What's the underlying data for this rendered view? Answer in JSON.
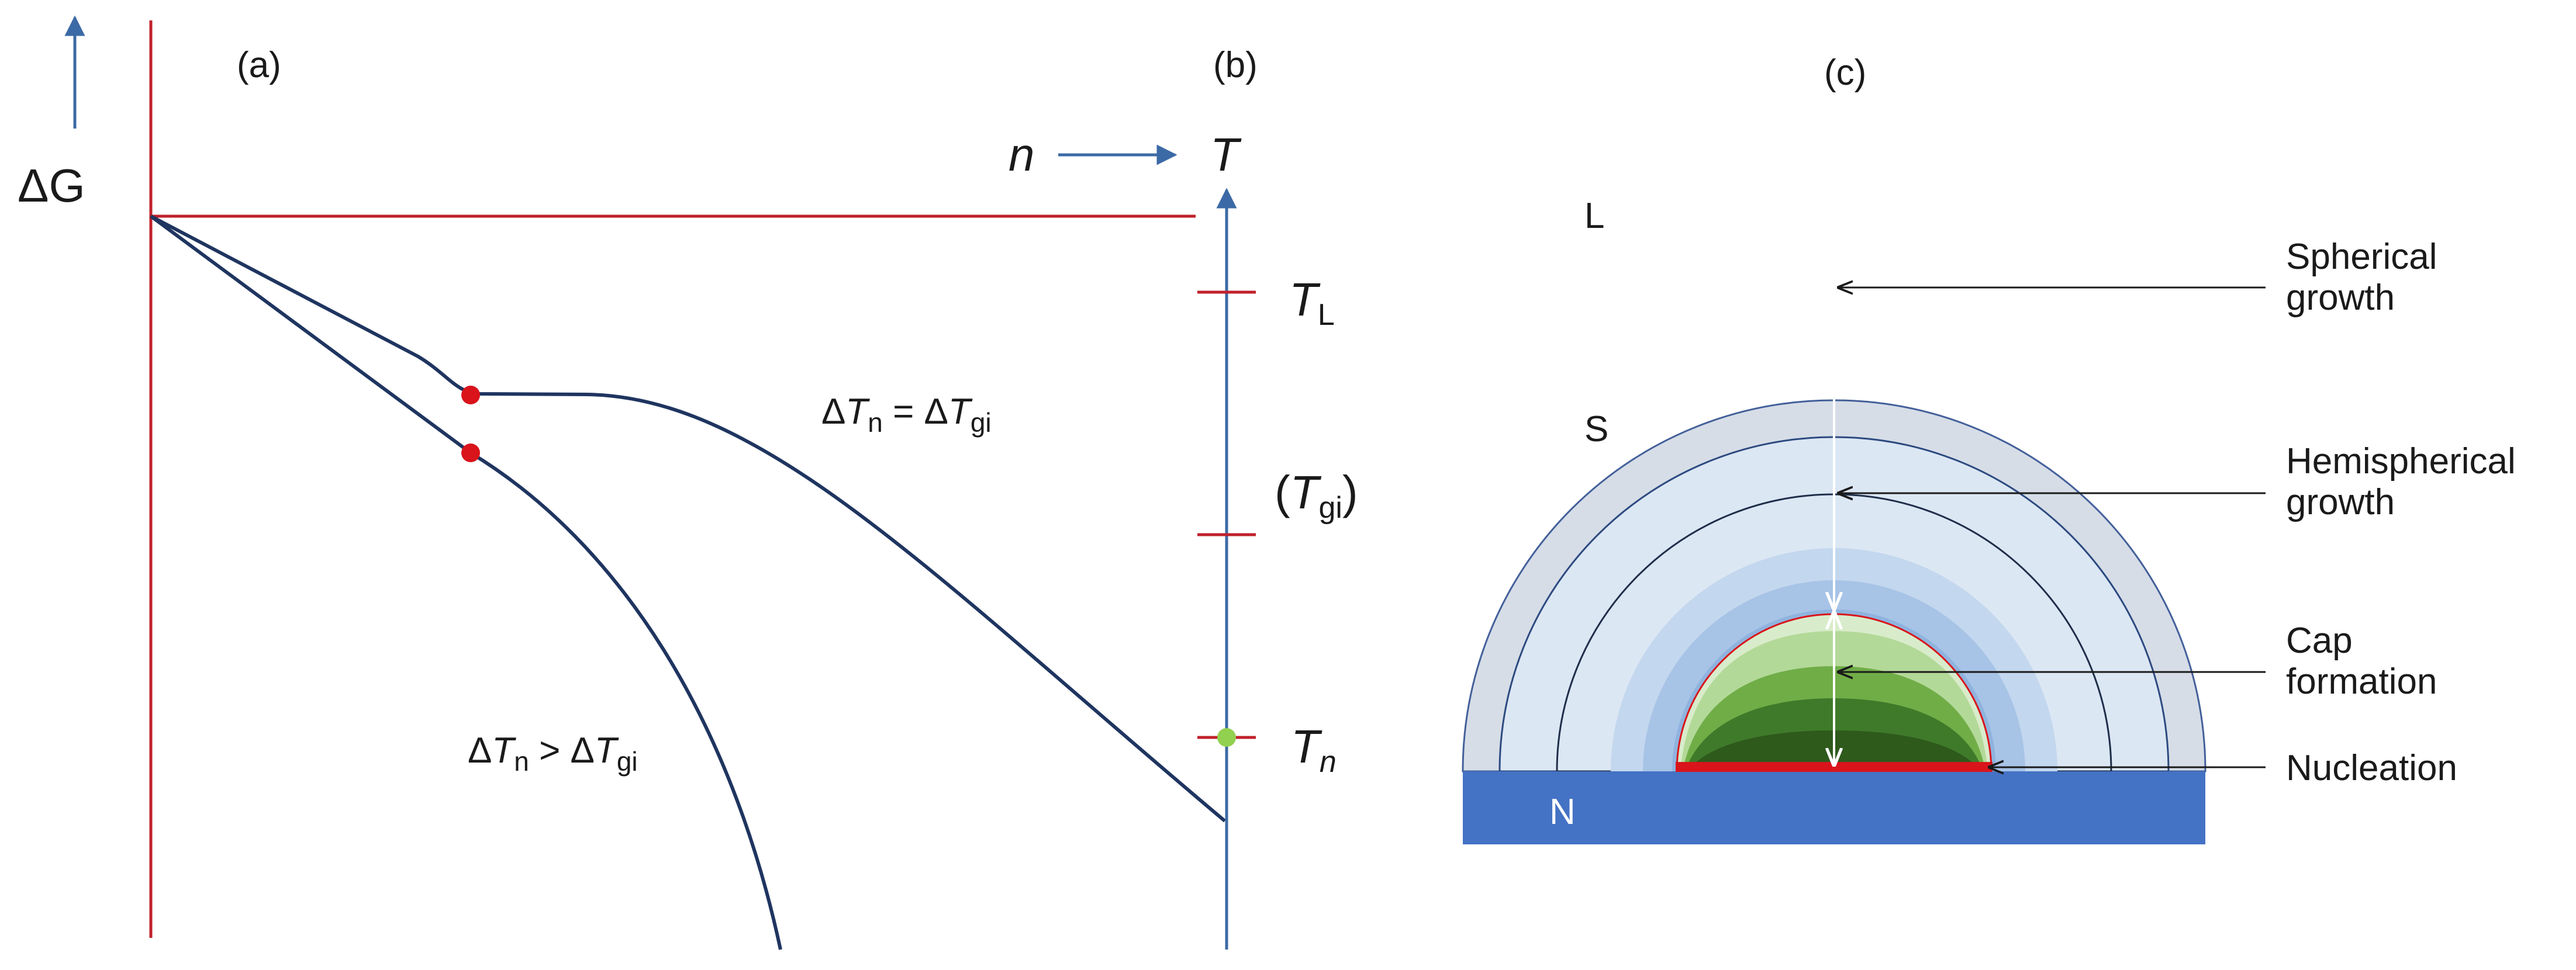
{
  "panels": {
    "a": {
      "label": "(a)",
      "y_axis_symbol": "ΔG",
      "curve_upper_label": {
        "prefix": "Δ",
        "T": "T",
        "n_sub": "n",
        "mid": " = Δ",
        "T2": "T",
        "gi_sub": "gi"
      },
      "curve_lower_label": {
        "prefix": "Δ",
        "T": "T",
        "n_sub": "n",
        "mid": " > Δ",
        "T2": "T",
        "gi_sub": "gi"
      }
    },
    "b": {
      "label": "(b)",
      "x_symbol": "n",
      "t_symbol": "T",
      "ticks": {
        "TL": {
          "main": "T",
          "sub": "L"
        },
        "Tgi": {
          "open": "(",
          "main": "T",
          "sub": "gi",
          "close": ")"
        },
        "Tn": {
          "main": "T",
          "sub": "n"
        }
      }
    },
    "c": {
      "label": "(c)",
      "regions": {
        "liquid": "L",
        "solid": "S",
        "nucleant": "N"
      },
      "stages": {
        "spherical": [
          "Spherical",
          "growth"
        ],
        "hemispherical": [
          "Hemispherical",
          "growth"
        ],
        "cap": [
          "Cap",
          "formation"
        ],
        "nucleation": "Nucleation"
      }
    }
  },
  "colors": {
    "axis_red": "#c0212b",
    "curve_navy": "#1f3560",
    "axis_blue": "#3c6aa6",
    "nucleant_blue": "#4472c4",
    "marker_red": "#d9141b",
    "marker_green": "#92d050",
    "liquid_gray": "#d6dde7",
    "solid_light": "#dce7f4",
    "solid_mid": "#c3d7ee",
    "solid_blue": "#a7c3e6",
    "solid_deep": "#8fb3de",
    "cap_light": "#d8eccb",
    "cap_pale": "#b3d998",
    "cap_mid": "#70ad47",
    "cap_dark": "#3f7a2a",
    "cap_darkest": "#2e5a1c"
  }
}
